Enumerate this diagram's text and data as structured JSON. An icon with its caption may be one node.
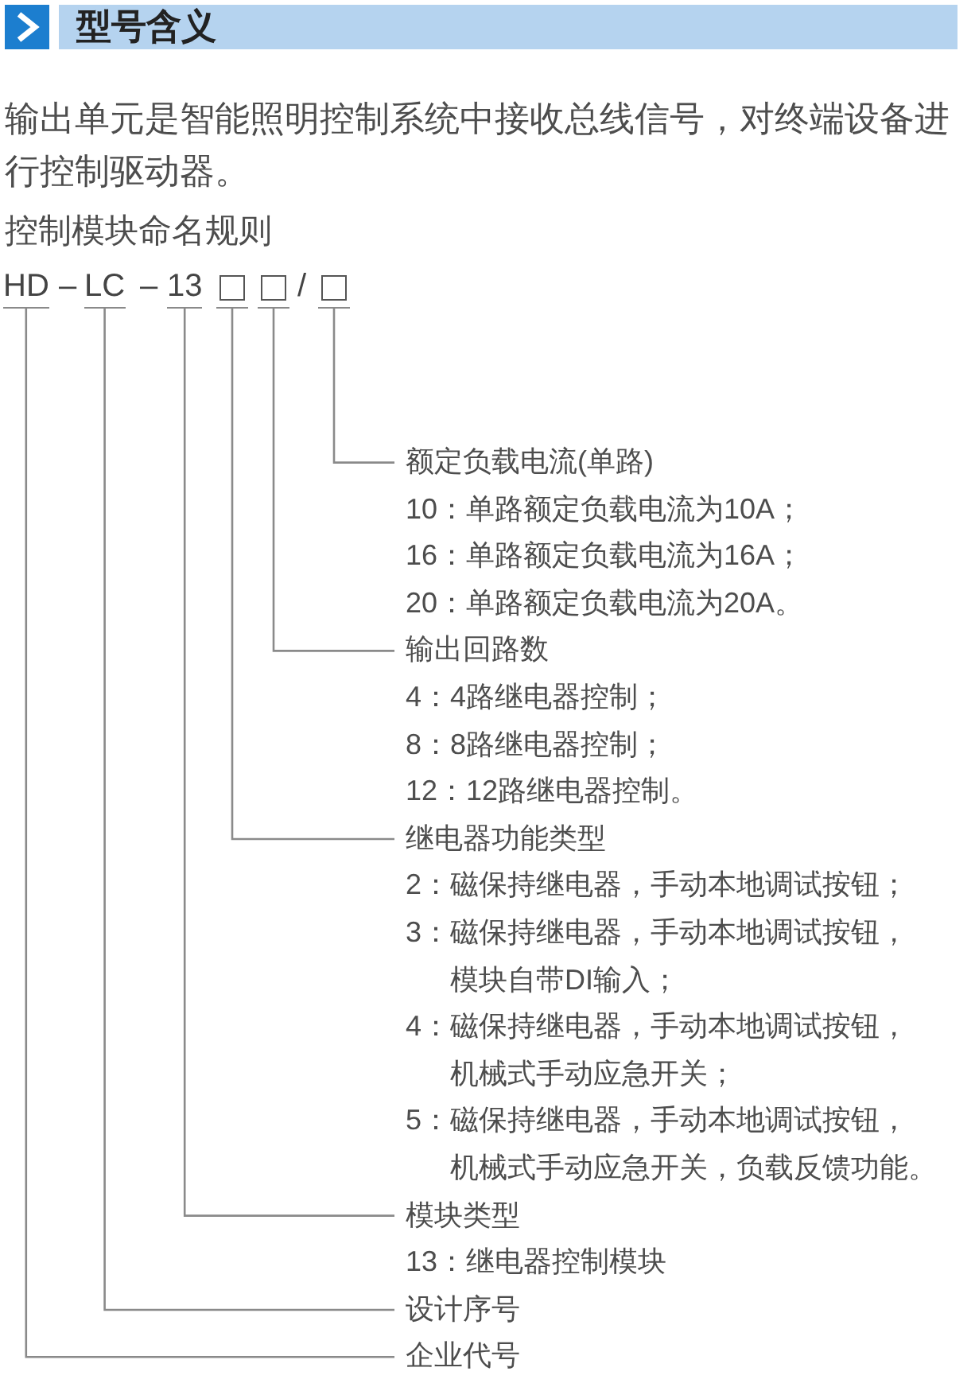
{
  "diagram": {
    "title": "型号含义",
    "nodes": [
      {
        "text": [
          "HD"
        ]
      },
      {
        "text": [
          "LC"
        ]
      },
      {
        "text": [
          "13"
        ]
      },
      {
        "text": [],
        "shape": "box"
      },
      {
        "text": [],
        "shape": "box"
      },
      {
        "text": [],
        "shape": "box"
      },
      {
        "text": [
          "额定负载电流(单路)"
        ],
        "beside": [
          "10：单路额定负载电流为10A；",
          "16：单路额定负载电流为16A；",
          "20：单路额定负载电流为20A。"
        ]
      },
      {
        "text": [
          "输出回路数"
        ],
        "beside": [
          "4：4路继电器控制；",
          "8：8路继电器控制；",
          "12：12路继电器控制。"
        ]
      },
      {
        "text": [
          "继电器功能类型"
        ],
        "beside": [
          "2：磁保持继电器，手动本地调试按钮；",
          "3：磁保持继电器，手动本地调试按钮，模块自带DI输入；",
          "4：磁保持继电器，手动本地调试按钮，机械式手动应急开关；",
          "5：磁保持继电器，手动本地调试按钮，机械式手动应急开关，负载反馈功能。"
        ]
      },
      {
        "text": [
          "模块类型"
        ],
        "beside": [
          "13：继电器控制模块"
        ]
      },
      {
        "text": [
          "设计序号"
        ]
      },
      {
        "text": [
          "企业代号"
        ]
      }
    ],
    "edges": [
      {
        "from": 0,
        "to": 11,
        "arrow": "none"
      },
      {
        "from": 1,
        "to": 10,
        "arrow": "none"
      },
      {
        "from": 2,
        "to": 9,
        "arrow": "none"
      },
      {
        "from": 3,
        "to": 8,
        "arrow": "none"
      },
      {
        "from": 4,
        "to": 7,
        "arrow": "none"
      },
      {
        "from": 5,
        "to": 6,
        "arrow": "none"
      }
    ],
    "labels": [
      "输出单元是智能照明控制系统中接收总线信号，对终端设备进行控制驱动器。",
      "控制模块命名规则",
      "–",
      "–",
      "/"
    ]
  }
}
